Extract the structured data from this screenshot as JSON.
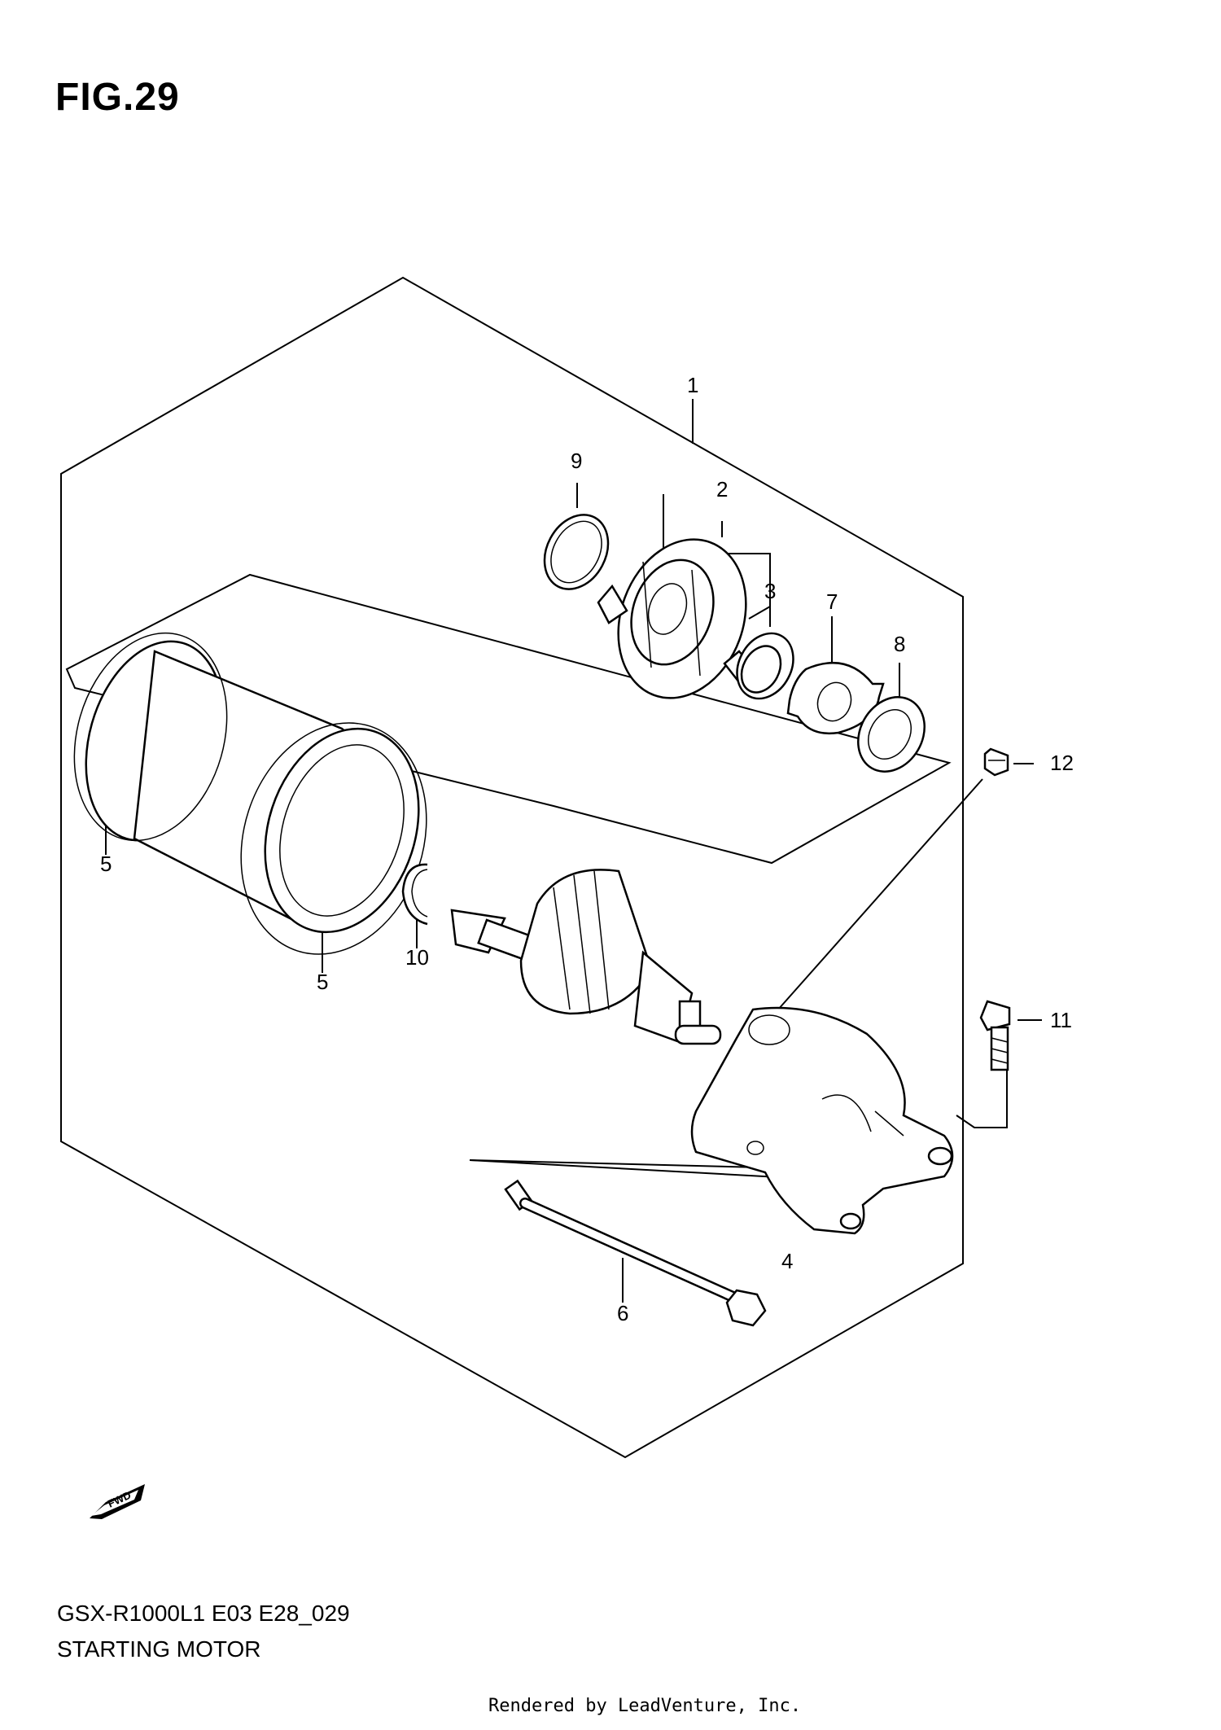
{
  "figure": {
    "title": "FIG.29"
  },
  "diagram": {
    "model_code": "GSX-R1000L1 E03 E28_029",
    "section_name": "STARTING MOTOR",
    "direction_badge": "FWD",
    "callouts": [
      "1",
      "2",
      "3",
      "4",
      "5",
      "5",
      "6",
      "7",
      "8",
      "9",
      "10",
      "11",
      "12"
    ]
  },
  "footer": {
    "text": "Rendered by LeadVenture, Inc."
  }
}
